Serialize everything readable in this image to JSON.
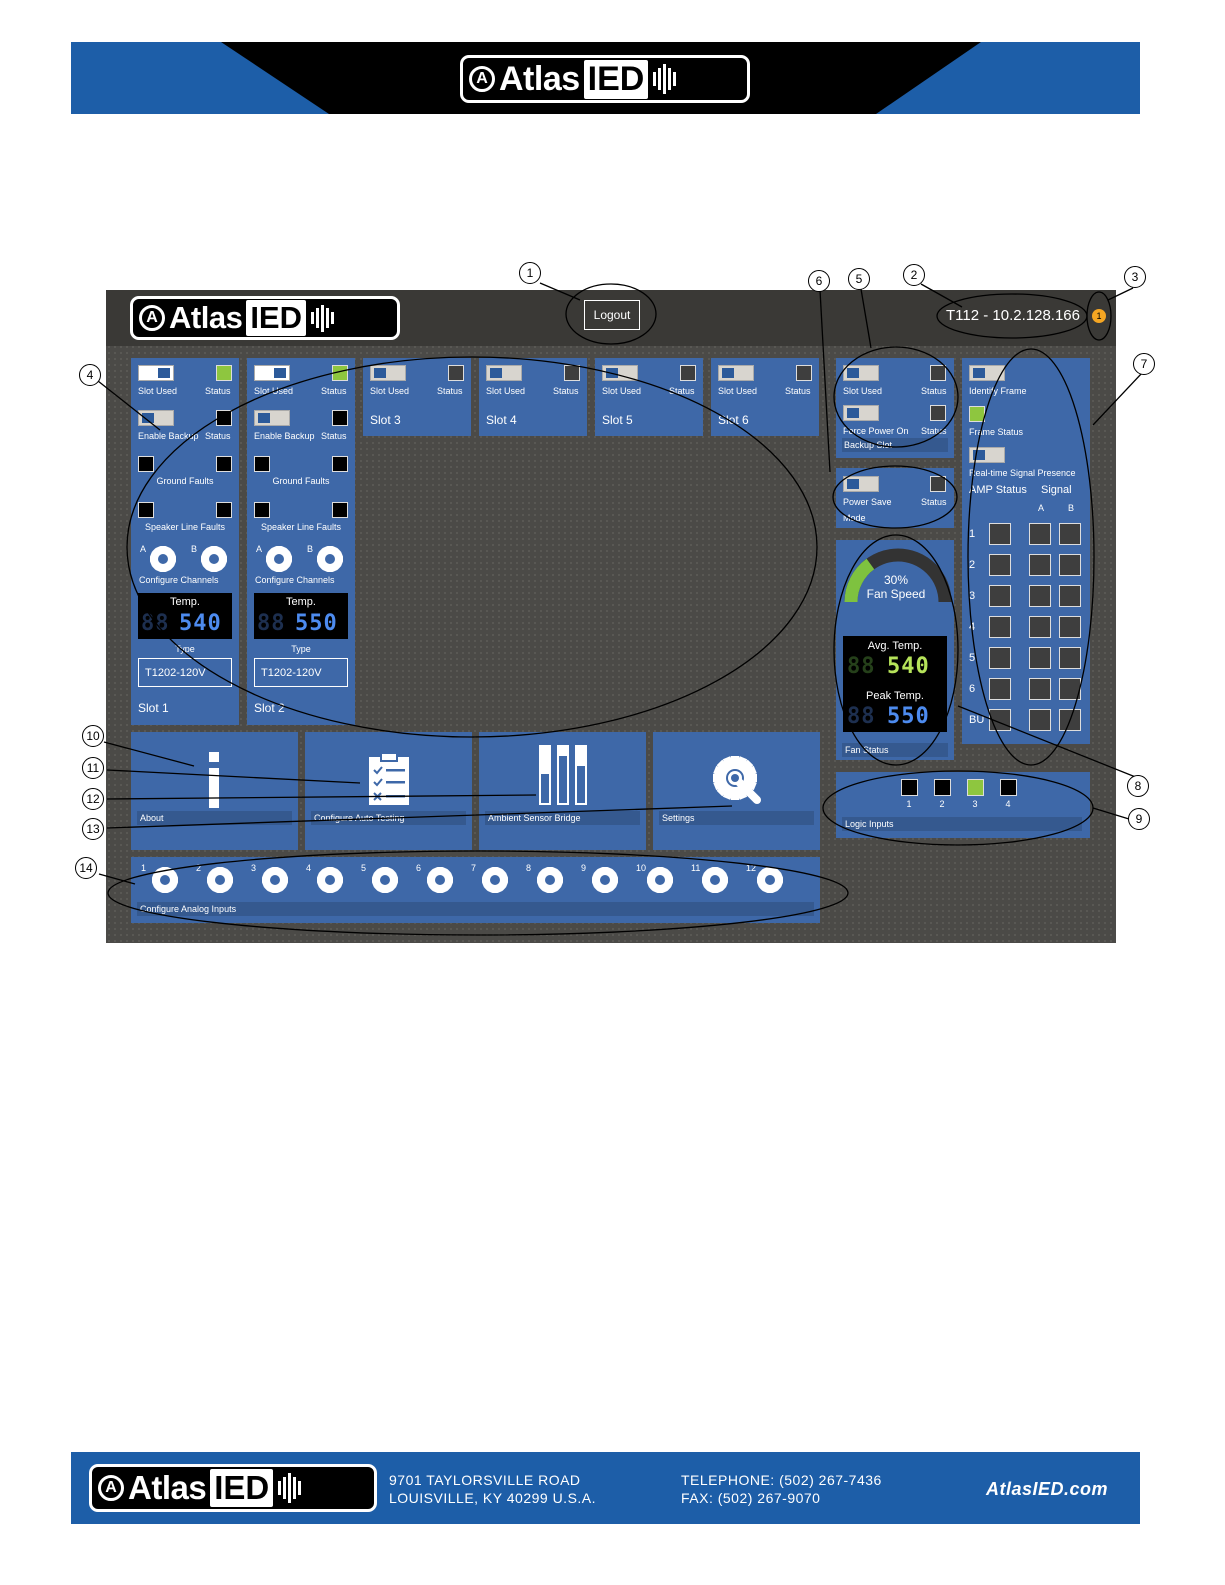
{
  "header": {
    "logo_text": "AtlasIED"
  },
  "app": {
    "logo_text": "AtlasIED",
    "logout_label": "Logout",
    "device_label": "T112 - 10.2.128.166",
    "notification_count": "1",
    "slots_full": [
      {
        "slot_used": "Slot Used",
        "status": "Status",
        "enable_backup": "Enable Backup",
        "status2": "Status",
        "ground_faults": "Ground Faults",
        "speaker_line_faults": "Speaker Line Faults",
        "channel_a": "A",
        "channel_b": "B",
        "configure_channels": "Configure Channels",
        "temp_label": "Temp.",
        "temp_value": "540",
        "type_label": "Type",
        "type_value": "T1202-120V",
        "name": "Slot 1"
      },
      {
        "slot_used": "Slot Used",
        "status": "Status",
        "enable_backup": "Enable Backup",
        "status2": "Status",
        "ground_faults": "Ground Faults",
        "speaker_line_faults": "Speaker Line Faults",
        "channel_a": "A",
        "channel_b": "B",
        "configure_channels": "Configure Channels",
        "temp_label": "Temp.",
        "temp_value": "550",
        "type_label": "Type",
        "type_value": "T1202-120V",
        "name": "Slot 2"
      }
    ],
    "slots_compact": [
      {
        "slot_used": "Slot Used",
        "status": "Status",
        "name": "Slot 3"
      },
      {
        "slot_used": "Slot Used",
        "status": "Status",
        "name": "Slot 4"
      },
      {
        "slot_used": "Slot Used",
        "status": "Status",
        "name": "Slot 5"
      },
      {
        "slot_used": "Slot Used",
        "status": "Status",
        "name": "Slot 6"
      }
    ],
    "backup_slot": {
      "slot_used": "Slot Used",
      "status": "Status",
      "force_power_on": "Force Power On",
      "status2": "Status",
      "title": "Backup Slot"
    },
    "power_save": {
      "label": "Power Save",
      "status": "Status",
      "mode": "Mode"
    },
    "fan": {
      "speed_text": "30%",
      "speed_label": "Fan Speed",
      "speed_fraction": 0.3,
      "avg_label": "Avg. Temp.",
      "avg_value": "540",
      "peak_label": "Peak Temp.",
      "peak_value": "550",
      "title": "Fan Status"
    },
    "frame": {
      "identify_frame": "Identify Frame",
      "frame_status": "Frame Status",
      "signal_presence": "Real-time Signal Presence",
      "amp_status": "AMP Status",
      "signal": "Signal",
      "col_a": "A",
      "col_b": "B",
      "rows": [
        "1",
        "2",
        "3",
        "4",
        "5",
        "6",
        "BU"
      ]
    },
    "logic_inputs": {
      "title": "Logic Inputs",
      "inputs": [
        "1",
        "2",
        "3",
        "4"
      ],
      "states": [
        "black",
        "black",
        "green",
        "black"
      ]
    },
    "tiles": [
      {
        "label": "About",
        "icon": "info-icon"
      },
      {
        "label": "Configure Auto Testing",
        "icon": "clipboard-checklist-icon"
      },
      {
        "label": "Ambient Sensor Bridge",
        "icon": "level-bars-icon"
      },
      {
        "label": "Settings",
        "icon": "gear-wrench-icon"
      }
    ],
    "analog_inputs": {
      "title": "Configure Analog Inputs",
      "inputs": [
        "1",
        "2",
        "3",
        "4",
        "5",
        "6",
        "7",
        "8",
        "9",
        "10",
        "11",
        "12"
      ]
    }
  },
  "callouts": [
    "1",
    "2",
    "3",
    "4",
    "5",
    "6",
    "7",
    "8",
    "9",
    "10",
    "11",
    "12",
    "13",
    "14"
  ],
  "footer": {
    "logo_text": "AtlasIED",
    "address_line1": "9701 TAYLORSVILLE ROAD",
    "address_line2": "LOUISVILLE, KY 40299 U.S.A.",
    "telephone": "TELEPHONE: (502) 267-7436",
    "fax": "FAX: (502) 267-9070",
    "website": "AtlasIED.com"
  },
  "colors": {
    "brand_blue": "#1d5ea8",
    "panel_blue": "#3e68a8",
    "status_green": "#8ec63f",
    "notification_orange": "#f5a623"
  }
}
